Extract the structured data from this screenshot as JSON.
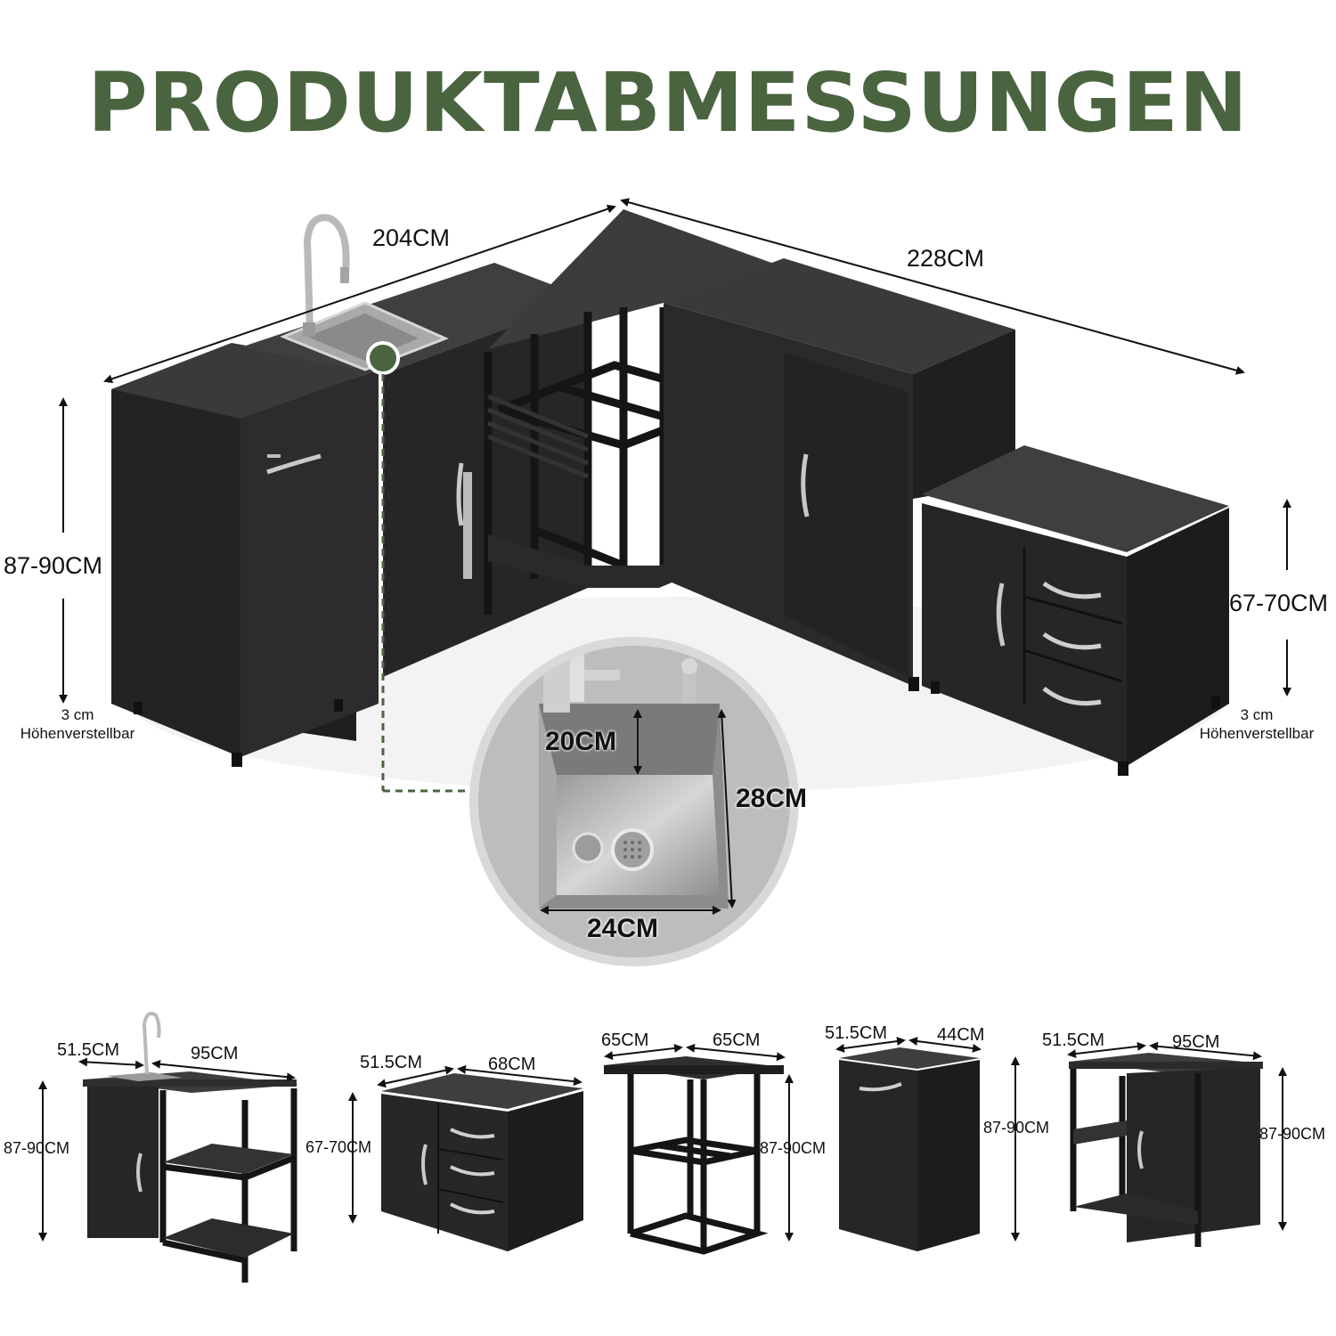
{
  "title": "PRODUKTABMESSUNGEN",
  "colors": {
    "accent": "#4a6440",
    "cabinet": "#2b2b2b",
    "cabinet_top": "#454545",
    "steel": "#b9b9b9"
  },
  "main": {
    "width_left": "204CM",
    "width_right": "228CM",
    "height_left": "87-90CM",
    "height_right": "67-70CM",
    "adjust_left": {
      "value": "3 cm",
      "text": "Höhenverstellbar"
    },
    "adjust_right": {
      "value": "3 cm",
      "text": "Höhenverstellbar"
    }
  },
  "sink": {
    "depth": "20CM",
    "length": "28CM",
    "width": "24CM"
  },
  "modules": [
    {
      "depth": "51.5CM",
      "width": "95CM",
      "height": "87-90CM"
    },
    {
      "depth": "51.5CM",
      "width": "68CM",
      "height": "67-70CM"
    },
    {
      "depth": "65CM",
      "width": "65CM",
      "height": "87-90CM"
    },
    {
      "depth": "51.5CM",
      "width": "44CM",
      "height": "87-90CM"
    },
    {
      "depth": "51.5CM",
      "width": "95CM",
      "height": "87-90CM"
    }
  ]
}
